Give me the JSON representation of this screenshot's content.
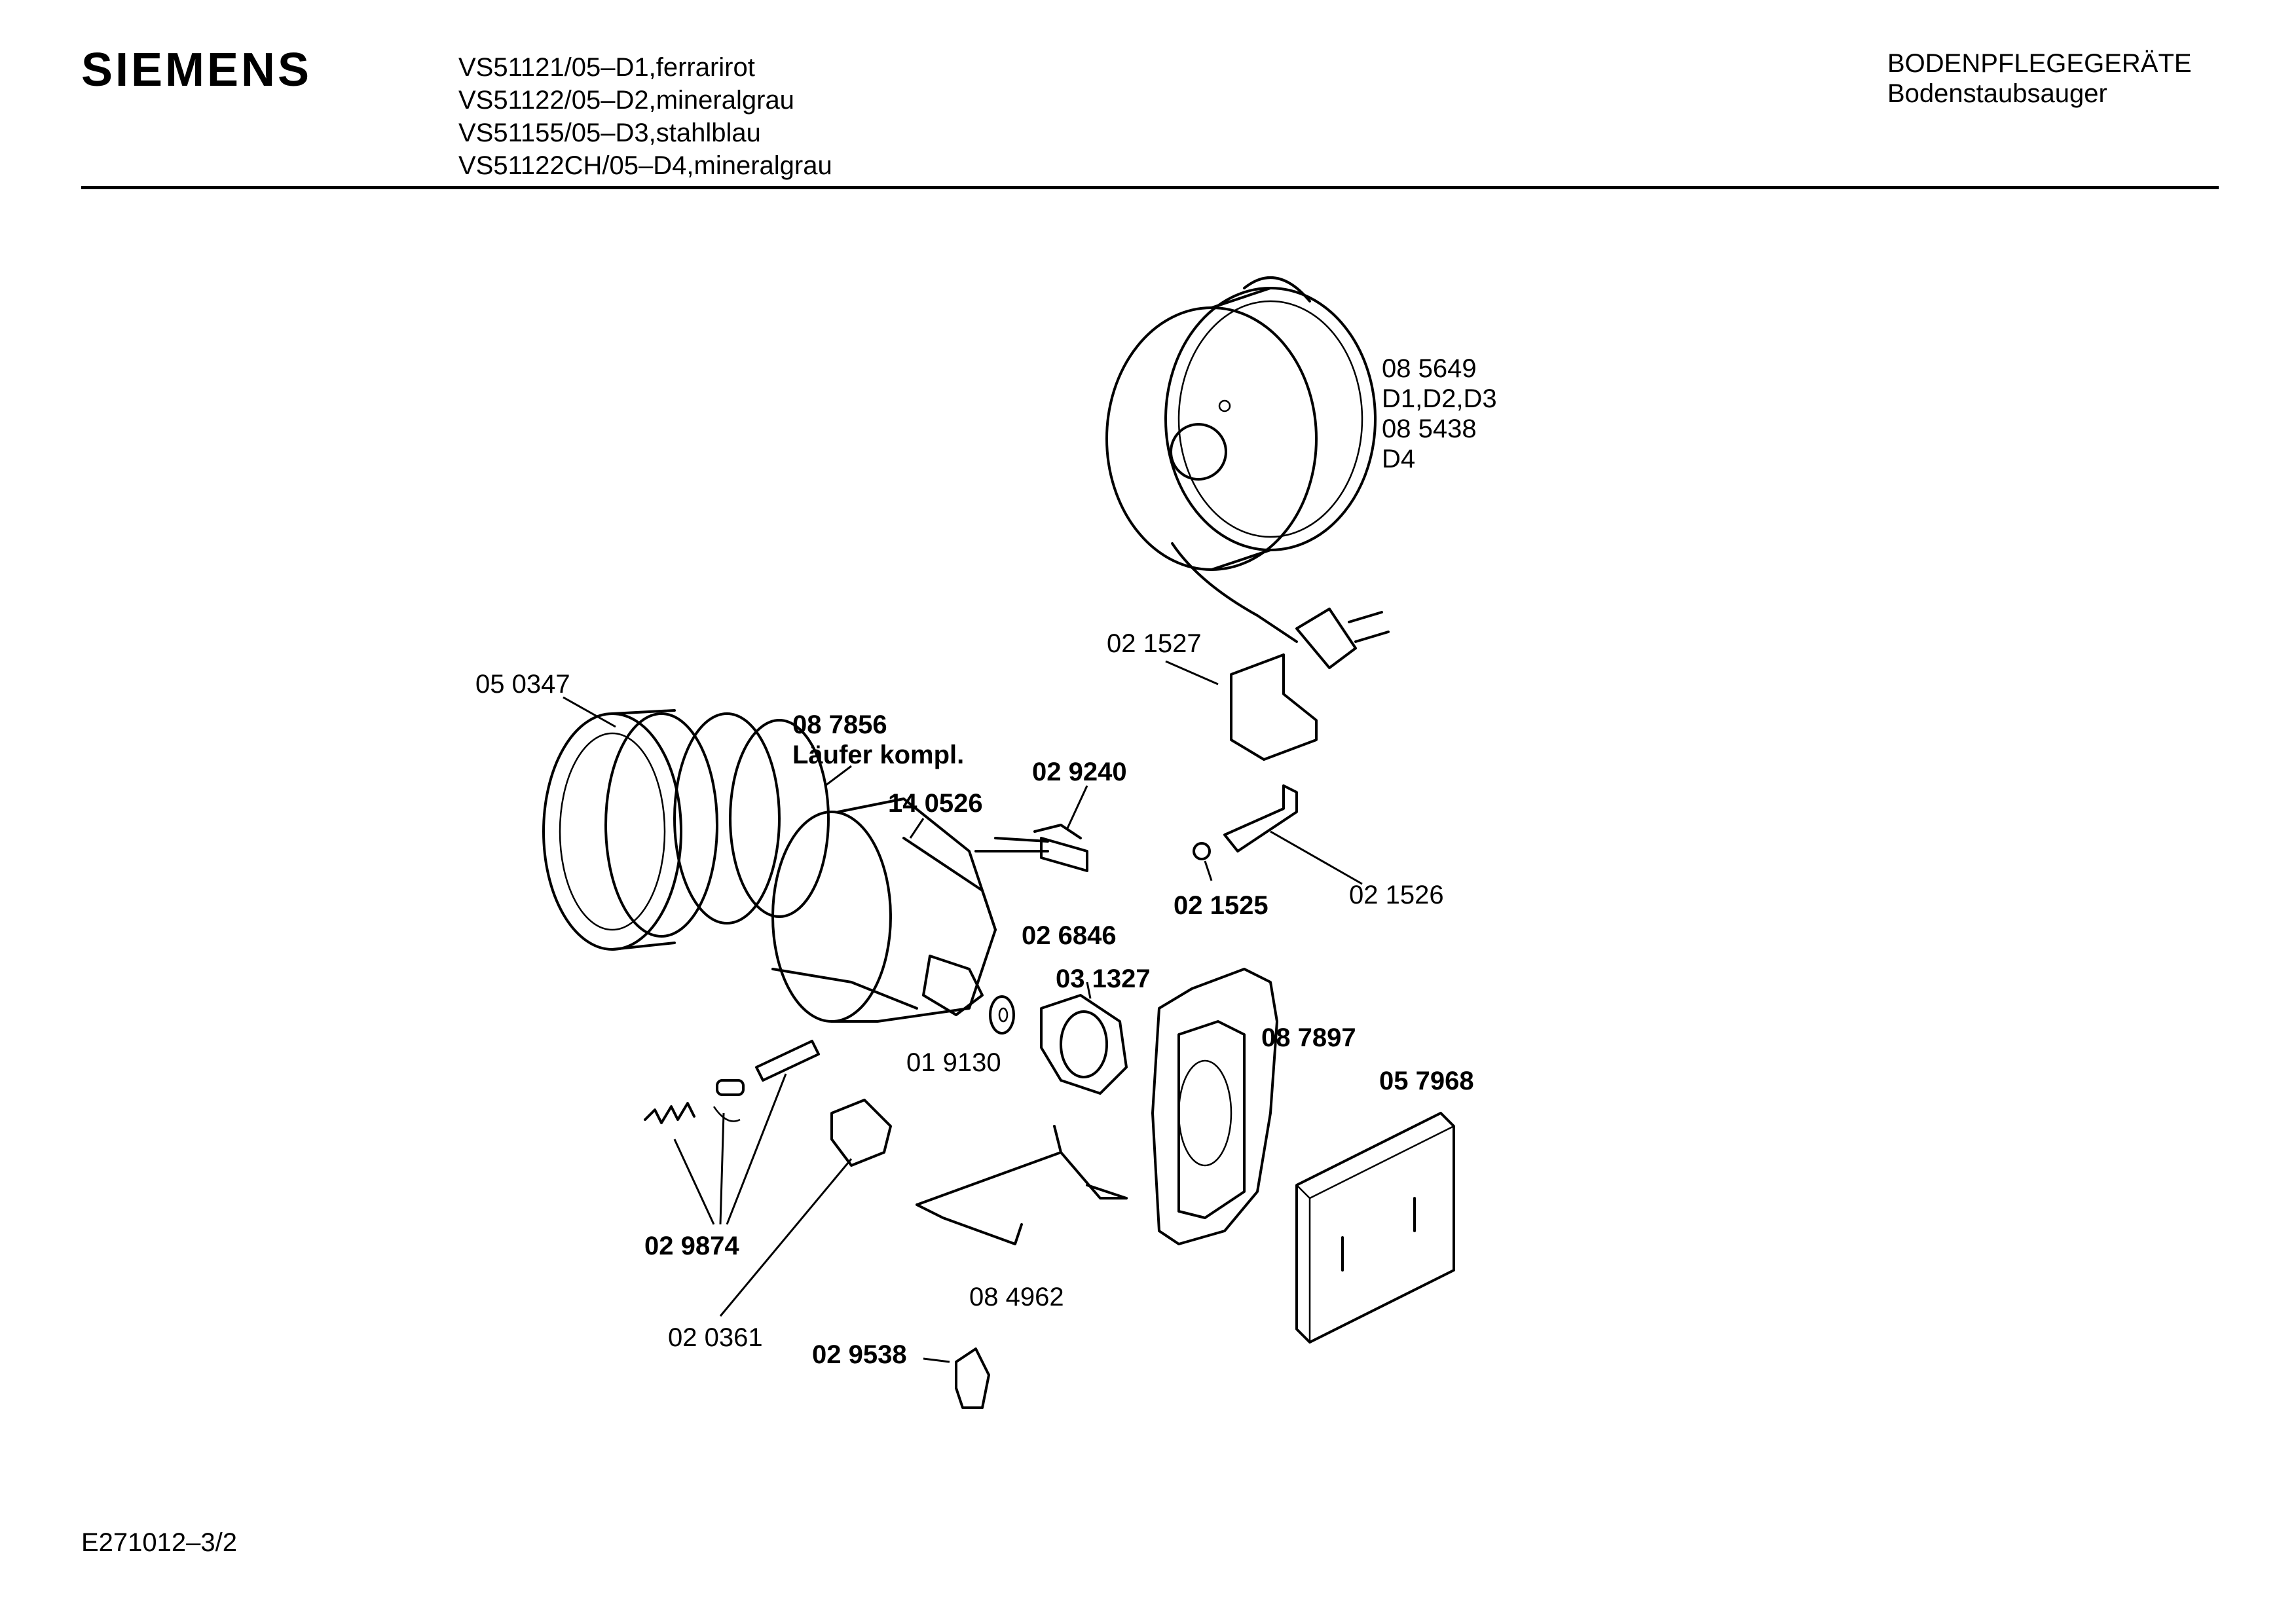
{
  "header": {
    "brand": "SIEMENS",
    "models": [
      "VS51121/05–D1,ferrarirot",
      "VS51122/05–D2,mineralgrau",
      "VS51155/05–D3,stahlblau",
      "VS51122CH/05–D4,mineralgrau"
    ],
    "category": "BODENPFLEGEGERÄTE",
    "subcategory": "Bodenstaubsauger"
  },
  "diagram": {
    "labels": {
      "p085649": "08 5649",
      "p085649_var": "D1,D2,D3",
      "p085438": "08 5438",
      "p085438_var": "D4",
      "p021527": "02 1527",
      "p050347": "05 0347",
      "p087856": "08 7856",
      "p087856_desc": "Läufer kompl.",
      "p029240": "02 9240",
      "p140526": "14 0526",
      "p021525": "02 1525",
      "p021526": "02 1526",
      "p026846": "02 6846",
      "p031327": "03 1327",
      "p087897": "08 7897",
      "p057968": "05 7968",
      "p019130": "01 9130",
      "p029874": "02 9874",
      "p084962": "08 4962",
      "p020361": "02 0361",
      "p029538": "02 9538"
    }
  },
  "footer": {
    "doc_id": "E271012–3/2"
  }
}
